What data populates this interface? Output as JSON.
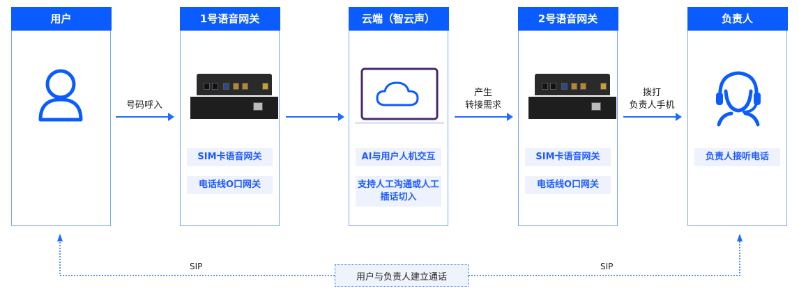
{
  "columns": [
    {
      "title": "用户",
      "tags": []
    },
    {
      "title": "1号语音网关",
      "tags": [
        "SIM卡语音网关",
        "电话线O口网关"
      ]
    },
    {
      "title": "云端（智云声）",
      "tags": [
        "AI与用户人机交互",
        "支持人工沟通或人工插话切入"
      ]
    },
    {
      "title": "2号语音网关",
      "tags": [
        "SIM卡语音网关",
        "电话线O口网关"
      ]
    },
    {
      "title": "负责人",
      "tags": [
        "负责人接听电话"
      ]
    }
  ],
  "arrows": [
    {
      "label": "号码呼入"
    },
    {
      "label": ""
    },
    {
      "label": "产生\n转接需求"
    },
    {
      "label": "拨打\n负责人手机"
    }
  ],
  "bottom": {
    "left_label": "SIP",
    "right_label": "SIP",
    "center_label": "用户与负责人建立通话"
  },
  "colors": {
    "accent": "#0a5cff",
    "border": "#7aa7ff",
    "tag_bg": "#edf2fc"
  }
}
